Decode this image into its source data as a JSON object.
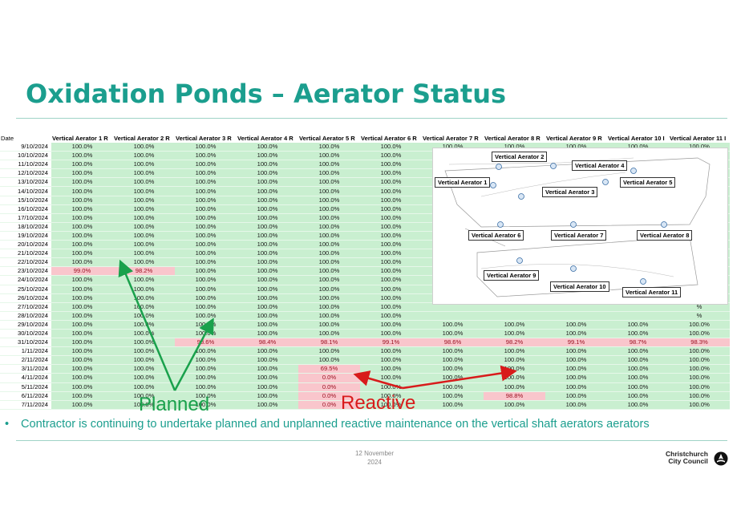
{
  "slide": {
    "title": "Oxidation Ponds – Aerator Status",
    "annotation_planned": "Planned",
    "annotation_reactive": "Reactive",
    "bullet": "Contractor is continuing to undertake planned and unplanned reactive maintenance on the vertical shaft aerators aerators",
    "bullet_symbol": "•",
    "footer_date_line1": "12 November",
    "footer_date_line2": "2024",
    "logo_line1": "Christchurch",
    "logo_line2": "City Council",
    "colors": {
      "accent": "#1b9e8e",
      "ok_cell": "#c9efd0",
      "low_cell": "#f9c6cc",
      "planned": "#1aa14c",
      "reactive": "#d81b1b"
    }
  },
  "table": {
    "date_header": "Date",
    "headers": [
      "Vertical Aerator 1 R",
      "Vertical Aerator 2 R",
      "Vertical Aerator 3 R",
      "Vertical Aerator 4 R",
      "Vertical Aerator 5 R",
      "Vertical Aerator 6 R",
      "Vertical Aerator 7 R",
      "Vertical Aerator 8 R",
      "Vertical Aerator 9 R",
      "Vertical Aerator 10 I",
      "Vertical Aerator 11 I"
    ],
    "rows": [
      {
        "date": "9/10/2024",
        "cells": [
          "100.0%",
          "100.0%",
          "100.0%",
          "100.0%",
          "100.0%",
          "100.0%",
          "100.0%",
          "100.0%",
          "100.0%",
          "100.0%",
          "100.0%"
        ]
      },
      {
        "date": "10/10/2024",
        "cells": [
          "100.0%",
          "100.0%",
          "100.0%",
          "100.0%",
          "100.0%",
          "100.0%",
          "",
          "",
          "",
          "",
          "%"
        ]
      },
      {
        "date": "11/10/2024",
        "cells": [
          "100.0%",
          "100.0%",
          "100.0%",
          "100.0%",
          "100.0%",
          "100.0%",
          "",
          "",
          "",
          "",
          "%"
        ]
      },
      {
        "date": "12/10/2024",
        "cells": [
          "100.0%",
          "100.0%",
          "100.0%",
          "100.0%",
          "100.0%",
          "100.0%",
          "",
          "",
          "",
          "",
          "%"
        ]
      },
      {
        "date": "13/10/2024",
        "cells": [
          "100.0%",
          "100.0%",
          "100.0%",
          "100.0%",
          "100.0%",
          "100.0%",
          "",
          "",
          "",
          "",
          "%"
        ]
      },
      {
        "date": "14/10/2024",
        "cells": [
          "100.0%",
          "100.0%",
          "100.0%",
          "100.0%",
          "100.0%",
          "100.0%",
          "",
          "",
          "",
          "",
          "%"
        ]
      },
      {
        "date": "15/10/2024",
        "cells": [
          "100.0%",
          "100.0%",
          "100.0%",
          "100.0%",
          "100.0%",
          "100.0%",
          "",
          "",
          "",
          "",
          "%"
        ]
      },
      {
        "date": "16/10/2024",
        "cells": [
          "100.0%",
          "100.0%",
          "100.0%",
          "100.0%",
          "100.0%",
          "100.0%",
          "",
          "",
          "",
          "",
          "%"
        ]
      },
      {
        "date": "17/10/2024",
        "cells": [
          "100.0%",
          "100.0%",
          "100.0%",
          "100.0%",
          "100.0%",
          "100.0%",
          "",
          "",
          "",
          "",
          "%"
        ]
      },
      {
        "date": "18/10/2024",
        "cells": [
          "100.0%",
          "100.0%",
          "100.0%",
          "100.0%",
          "100.0%",
          "100.0%",
          "",
          "",
          "",
          "",
          "%"
        ]
      },
      {
        "date": "19/10/2024",
        "cells": [
          "100.0%",
          "100.0%",
          "100.0%",
          "100.0%",
          "100.0%",
          "100.0%",
          "",
          "",
          "",
          "",
          "%"
        ]
      },
      {
        "date": "20/10/2024",
        "cells": [
          "100.0%",
          "100.0%",
          "100.0%",
          "100.0%",
          "100.0%",
          "100.0%",
          "",
          "",
          "",
          "",
          "%"
        ]
      },
      {
        "date": "21/10/2024",
        "cells": [
          "100.0%",
          "100.0%",
          "100.0%",
          "100.0%",
          "100.0%",
          "100.0%",
          "",
          "",
          "",
          "",
          "%"
        ]
      },
      {
        "date": "22/10/2024",
        "cells": [
          "100.0%",
          "100.0%",
          "100.0%",
          "100.0%",
          "100.0%",
          "100.0%",
          "",
          "",
          "",
          "",
          "%"
        ]
      },
      {
        "date": "23/10/2024",
        "cells": [
          "99.0%",
          "98.2%",
          "100.0%",
          "100.0%",
          "100.0%",
          "100.0%",
          "",
          "",
          "",
          "",
          "%"
        ]
      },
      {
        "date": "24/10/2024",
        "cells": [
          "100.0%",
          "100.0%",
          "100.0%",
          "100.0%",
          "100.0%",
          "100.0%",
          "",
          "",
          "",
          "",
          "%"
        ]
      },
      {
        "date": "25/10/2024",
        "cells": [
          "100.0%",
          "100.0%",
          "100.0%",
          "100.0%",
          "100.0%",
          "100.0%",
          "",
          "",
          "",
          "",
          "%"
        ]
      },
      {
        "date": "26/10/2024",
        "cells": [
          "100.0%",
          "100.0%",
          "100.0%",
          "100.0%",
          "100.0%",
          "100.0%",
          "",
          "",
          "",
          "",
          "%"
        ]
      },
      {
        "date": "27/10/2024",
        "cells": [
          "100.0%",
          "100.0%",
          "100.0%",
          "100.0%",
          "100.0%",
          "100.0%",
          "",
          "",
          "",
          "",
          "%"
        ]
      },
      {
        "date": "28/10/2024",
        "cells": [
          "100.0%",
          "100.0%",
          "100.0%",
          "100.0%",
          "100.0%",
          "100.0%",
          "",
          "",
          "",
          "",
          "%"
        ]
      },
      {
        "date": "29/10/2024",
        "cells": [
          "100.0%",
          "100.0%",
          "100.0%",
          "100.0%",
          "100.0%",
          "100.0%",
          "100.0%",
          "100.0%",
          "100.0%",
          "100.0%",
          "100.0%"
        ]
      },
      {
        "date": "30/10/2024",
        "cells": [
          "100.0%",
          "100.0%",
          "100.0%",
          "100.0%",
          "100.0%",
          "100.0%",
          "100.0%",
          "100.0%",
          "100.0%",
          "100.0%",
          "100.0%"
        ]
      },
      {
        "date": "31/10/2024",
        "cells": [
          "100.0%",
          "100.0%",
          "98.6%",
          "98.4%",
          "98.1%",
          "99.1%",
          "98.6%",
          "98.2%",
          "99.1%",
          "98.7%",
          "98.3%"
        ]
      },
      {
        "date": "1/11/2024",
        "cells": [
          "100.0%",
          "100.0%",
          "100.0%",
          "100.0%",
          "100.0%",
          "100.0%",
          "100.0%",
          "100.0%",
          "100.0%",
          "100.0%",
          "100.0%"
        ]
      },
      {
        "date": "2/11/2024",
        "cells": [
          "100.0%",
          "100.0%",
          "100.0%",
          "100.0%",
          "100.0%",
          "100.0%",
          "100.0%",
          "100.0%",
          "100.0%",
          "100.0%",
          "100.0%"
        ]
      },
      {
        "date": "3/11/2024",
        "cells": [
          "100.0%",
          "100.0%",
          "100.0%",
          "100.0%",
          "69.5%",
          "100.0%",
          "100.0%",
          "100.0%",
          "100.0%",
          "100.0%",
          "100.0%"
        ]
      },
      {
        "date": "4/11/2024",
        "cells": [
          "100.0%",
          "100.0%",
          "100.0%",
          "100.0%",
          "0.0%",
          "100.0%",
          "100.0%",
          "100.0%",
          "100.0%",
          "100.0%",
          "100.0%"
        ]
      },
      {
        "date": "5/11/2024",
        "cells": [
          "100.0%",
          "100.0%",
          "100.0%",
          "100.0%",
          "0.0%",
          "100.0%",
          "100.0%",
          "100.0%",
          "100.0%",
          "100.0%",
          "100.0%"
        ]
      },
      {
        "date": "6/11/2024",
        "cells": [
          "100.0%",
          "100.0%",
          "100.0%",
          "100.0%",
          "0.0%",
          "100.0%",
          "100.0%",
          "98.8%",
          "100.0%",
          "100.0%",
          "100.0%"
        ]
      },
      {
        "date": "7/11/2024",
        "cells": [
          "100.0%",
          "100.0%",
          "100.0%",
          "100.0%",
          "0.0%",
          "100.0%",
          "100.0%",
          "100.0%",
          "100.0%",
          "100.0%",
          "100.0%"
        ]
      }
    ],
    "low_cells": [
      [
        14,
        0
      ],
      [
        14,
        1
      ],
      [
        22,
        2
      ],
      [
        22,
        3
      ],
      [
        22,
        4
      ],
      [
        22,
        5
      ],
      [
        22,
        6
      ],
      [
        22,
        7
      ],
      [
        22,
        8
      ],
      [
        22,
        9
      ],
      [
        22,
        10
      ],
      [
        25,
        4
      ],
      [
        26,
        4
      ],
      [
        27,
        4
      ],
      [
        28,
        4
      ],
      [
        29,
        4
      ],
      [
        28,
        7
      ]
    ]
  },
  "map": {
    "labels": [
      "Vertical Aerator 1",
      "Vertical Aerator 2",
      "Vertical Aerator 3",
      "Vertical Aerator 4",
      "Vertical Aerator 5",
      "Vertical Aerator 6",
      "Vertical Aerator 7",
      "Vertical Aerator 8",
      "Vertical Aerator 9",
      "Vertical Aerator 10",
      "Vertical Aerator 11"
    ]
  }
}
